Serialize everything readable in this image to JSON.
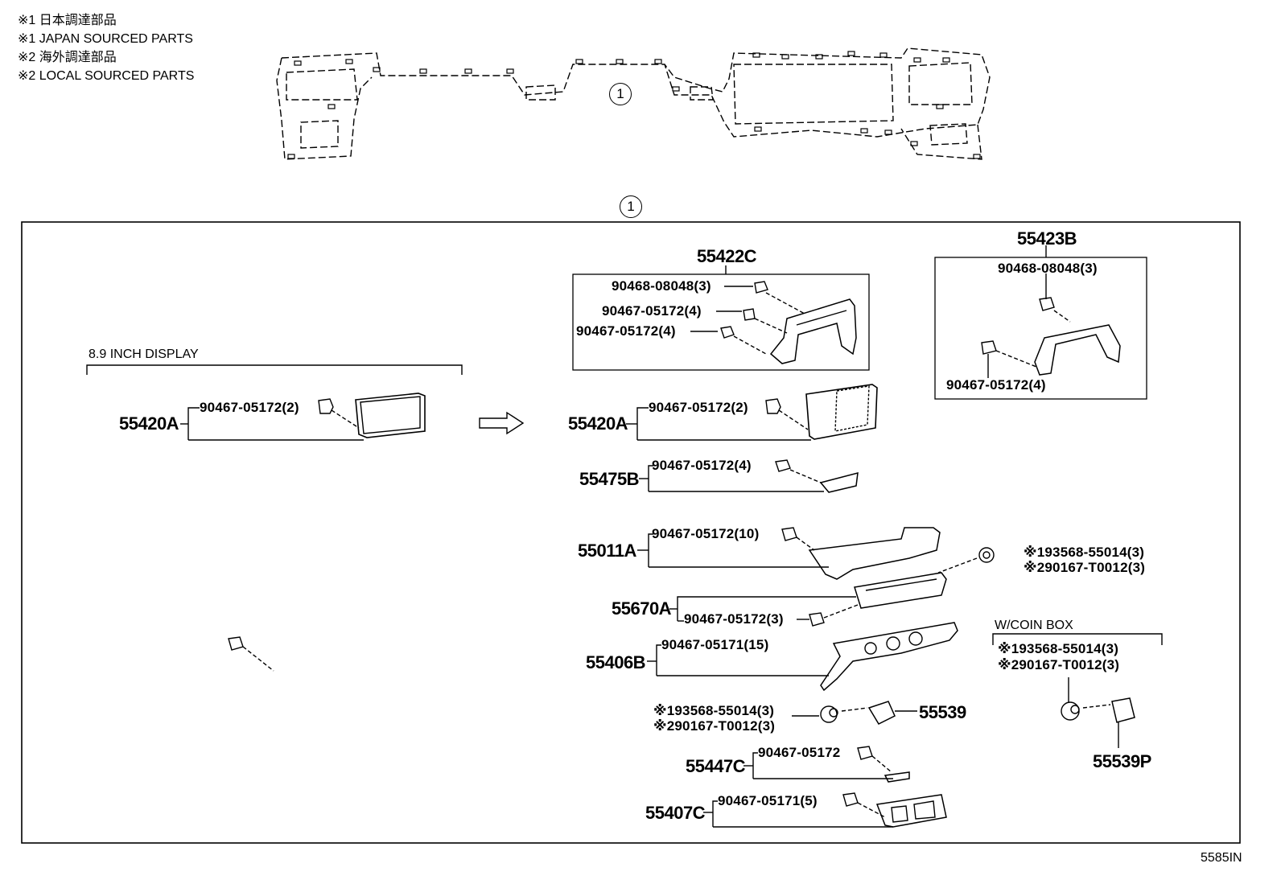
{
  "legend": [
    "※1 日本調達部品",
    "※1 JAPAN SOURCED PARTS",
    "※2 海外調達部品",
    "※2 LOCAL SOURCED PARTS"
  ],
  "ref_marker": "1",
  "figure_code": "5585IN",
  "display_group": {
    "title": "8.9 INCH DISPLAY",
    "part": "55420A",
    "fastener": "90467-05172(2)"
  },
  "groups": {
    "g55422C": {
      "part": "55422C",
      "fasteners": [
        "90468-08048(3)",
        "90467-05172(4)",
        "90467-05172(4)"
      ]
    },
    "g55423B": {
      "part": "55423B",
      "fasteners": [
        "90468-08048(3)",
        "90467-05172(4)"
      ]
    }
  },
  "rows": {
    "r55420A": {
      "part": "55420A",
      "fastener": "90467-05172(2)"
    },
    "r55475B": {
      "part": "55475B",
      "fastener": "90467-05172(4)"
    },
    "r55011A": {
      "part": "55011A",
      "fastener": "90467-05172(10)"
    },
    "r55670A": {
      "part": "55670A",
      "fastener": "90467-05172(3)"
    },
    "r55406B": {
      "part": "55406B",
      "fastener": "90467-05171(15)"
    },
    "r55447C": {
      "part": "55447C",
      "fastener": "90467-05172"
    },
    "r55407C": {
      "part": "55407C",
      "fastener": "90467-05171(5)"
    }
  },
  "sourced": {
    "upper": [
      "※193568-55014(3)",
      "※290167-T0012(3)"
    ],
    "middle": [
      "※193568-55014(3)",
      "※290167-T0012(3)"
    ],
    "middle_part": "55539"
  },
  "coin_box": {
    "title": "W/COIN BOX",
    "lines": [
      "※193568-55014(3)",
      "※290167-T0012(3)"
    ],
    "part": "55539P"
  }
}
